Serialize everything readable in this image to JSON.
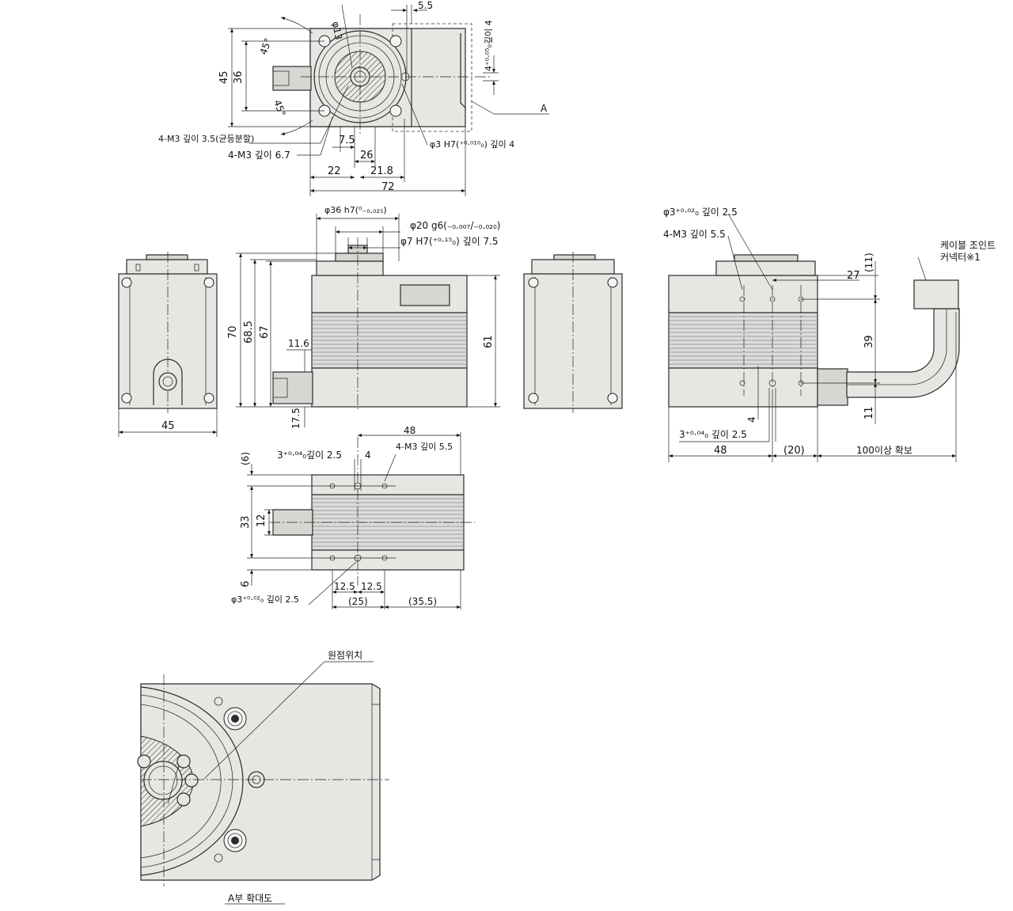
{
  "drawing": {
    "top_view": {
      "labels": {
        "d13": "φ13",
        "d5_5": "5.5",
        "depth_4": "4⁺⁰·⁰⁵₀깊이 4",
        "d45": "45",
        "d36": "36",
        "ang_top": "45°",
        "ang_bottom": "45°",
        "callout_a": "A",
        "m3_35": "4-M3 깊이 3.5(균등분할)",
        "m3_67": "4-M3 깊이 6.7",
        "d7_5": "7.5",
        "d26": "26",
        "phi3": "φ3 H7(⁺⁰·⁰¹⁰₀) 깊이 4",
        "d22": "22",
        "d21_8": "21.8",
        "d72": "72"
      }
    },
    "left_view": {
      "labels": {
        "d45": "45"
      }
    },
    "front_view": {
      "labels": {
        "phi36": "φ36 h7(⁰₋₀.₀₂₅)",
        "phi20": "φ20 g6(₋₀.₀₀₇/₋₀.₀₂₀)",
        "phi7": "φ7 H7(⁺⁰·¹⁵₀) 깊이 7.5",
        "d70": "70",
        "d68_5": "68.5",
        "d67": "67",
        "d61": "61",
        "d11_6": "11.6",
        "d17_5": "17.5"
      }
    },
    "right_view": {
      "labels": {
        "phi3": "φ3⁺⁰·⁰²₀ 깊이 2.5",
        "m3": "4-M3 깊이 5.5",
        "cable": "케이블 조인트",
        "connector": "커넥터※1",
        "d11_top": "(11)",
        "d27": "27",
        "d39": "39",
        "d11_bottom": "11",
        "d4": "4",
        "hole3": "3⁺⁰·⁰⁴₀ 깊이 2.5",
        "d48": "48",
        "d20": "(20)",
        "d100": "100이상 확보"
      }
    },
    "bottom_view": {
      "labels": {
        "d48": "48",
        "d6_top": "(6)",
        "hole3": "3⁺⁰·⁰⁴₀깊이 2.5",
        "d4": "4",
        "m3": "4-M3 깊이 5.5",
        "d33": "33",
        "d12": "12",
        "d6_bottom": "6",
        "phi3": "φ3⁺⁰·⁰²₀ 깊이 2.5",
        "d12_5a": "12.5",
        "d12_5b": "12.5",
        "d25": "(25)",
        "d35_5": "(35.5)"
      }
    },
    "detail_view": {
      "labels": {
        "origin": "원점위치",
        "title": "A부 확대도"
      }
    }
  }
}
